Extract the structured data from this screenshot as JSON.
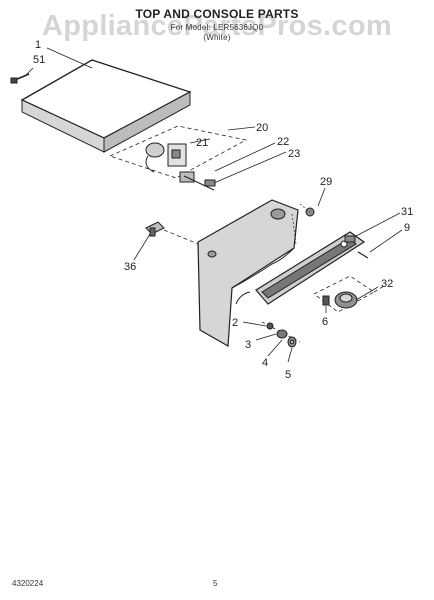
{
  "watermark": "AppliancePartsPros.com",
  "title": "TOP AND CONSOLE PARTS",
  "subtitle_line1": "For Model: LER5636JQ0",
  "subtitle_line2": "(White)",
  "footer_left": "4320224",
  "footer_page": "5",
  "callouts": [
    "1",
    "51",
    "20",
    "21",
    "22",
    "23",
    "29",
    "31",
    "9",
    "36",
    "32",
    "6",
    "2",
    "3",
    "4",
    "5"
  ],
  "colors": {
    "ink": "#222222",
    "panel": "#d6d6d6",
    "panel_dark": "#9a9a9a",
    "watermark": "#969696"
  }
}
